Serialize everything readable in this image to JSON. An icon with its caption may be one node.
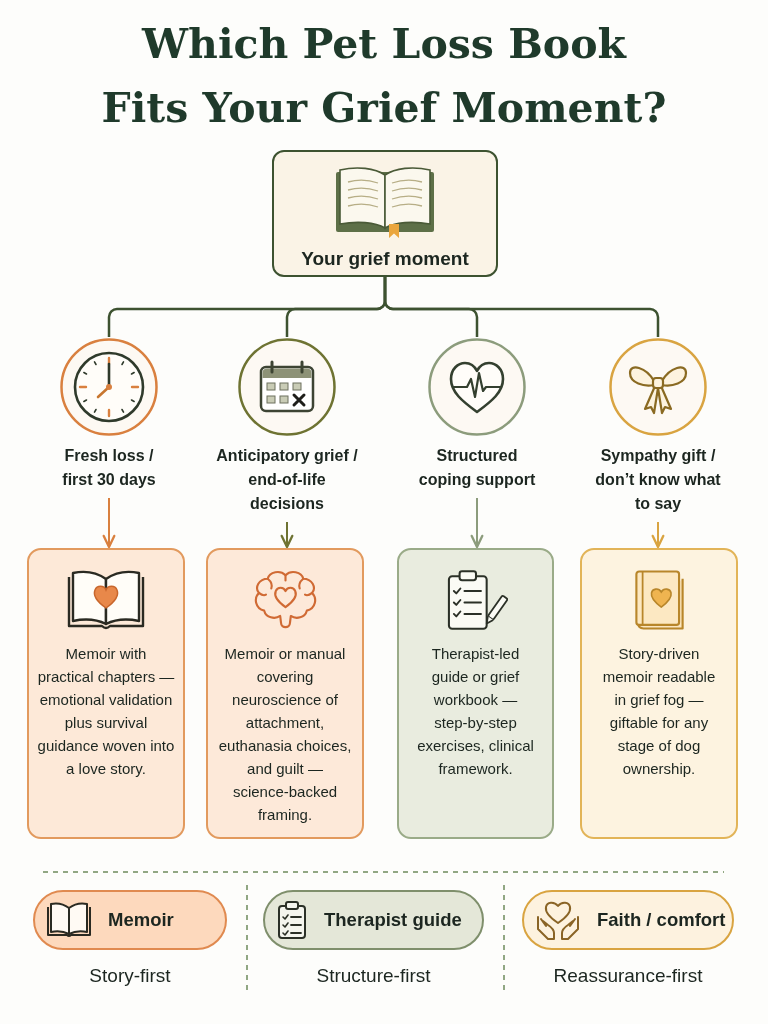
{
  "diagram": {
    "title": "Which Pet Loss Book Fits Your Grief Moment?",
    "nodes": [
      {
        "text": [
          "Your grief moment"
        ]
      },
      {
        "text": [
          "Fresh loss / first 30 days"
        ]
      },
      {
        "text": [
          "Anticipatory grief / end-of-life decisions"
        ]
      },
      {
        "text": [
          "Structured coping support"
        ]
      },
      {
        "text": [
          "Sympathy gift / don’t know what to say"
        ]
      },
      {
        "text": [
          "Memoir with practical chapters — emotional validation plus survival guidance woven into a love story."
        ]
      },
      {
        "text": [
          "Memoir or manual covering neuroscience of attachment, euthanasia choices, and guilt — science-backed framing."
        ]
      },
      {
        "text": [
          "Therapist-led guide or grief workbook — step-by-step exercises, clinical framework."
        ]
      },
      {
        "text": [
          "Story-driven memoir readable in grief fog — giftable for any stage of dog ownership."
        ]
      },
      {
        "text": [
          "Memoir"
        ],
        "beside": [
          "Story-first"
        ]
      },
      {
        "text": [
          "Therapist guide"
        ],
        "beside": [
          "Structure-first"
        ]
      },
      {
        "text": [
          "Faith / comfort"
        ],
        "beside": [
          "Reassurance-first"
        ]
      }
    ],
    "edges": [
      {
        "from": 0,
        "to": 1,
        "arrow": "none"
      },
      {
        "from": 0,
        "to": 2,
        "arrow": "none"
      },
      {
        "from": 0,
        "to": 3,
        "arrow": "none"
      },
      {
        "from": 0,
        "to": 4,
        "arrow": "none"
      },
      {
        "from": 1,
        "to": 5,
        "arrow": "to",
        "color": "#d9803f"
      },
      {
        "from": 2,
        "to": 6,
        "arrow": "to",
        "color": "#6e7332"
      },
      {
        "from": 3,
        "to": 7,
        "arrow": "to",
        "color": "#8c9c7c"
      },
      {
        "from": 4,
        "to": 8,
        "arrow": "to",
        "color": "#d9a441"
      }
    ]
  }
}
